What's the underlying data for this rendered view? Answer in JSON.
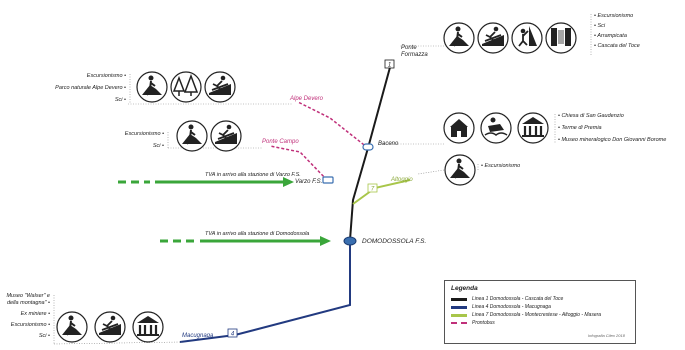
{
  "colors": {
    "line1": "#1a1a1a",
    "line4": "#223a80",
    "line7": "#a8c64a",
    "prontobus": "#c0307a",
    "tva": "#3aa63a"
  },
  "stops": {
    "ponte_formazza": "Ponte\nFormazza",
    "alpe_devero": "Alpe Devero",
    "baceno": "Baceno",
    "ponte_campo": "Ponte Campo",
    "varzo": "Varzo F.S.",
    "altoggio": "Altoggio",
    "domodossola": "DOMODOSSOLA F.S.",
    "macugnaga": "Macugnaga"
  },
  "line_badges": {
    "line1": "1",
    "line7": "7",
    "line4": "4"
  },
  "tva": {
    "varzo_label": "TVA in arrivo alla stazione di Varzo F.S.",
    "domo_label": "TVA in arrivo alla stazione di Domodossola"
  },
  "attractions": {
    "formazza": [
      "Escursionismo",
      "Sci",
      "Arrampicata",
      "Cascata del Toce"
    ],
    "devero": [
      "Escursionismo",
      "Parco naturale Alpe Devero",
      "Sci"
    ],
    "campo": [
      "Escursionismo",
      "Sci"
    ],
    "baceno": [
      "Chiesa di San Gaudenzio",
      "Terme di Premia",
      "Museo mineralogico Don Giovanni Borome"
    ],
    "altoggio": [
      "Escursionismo"
    ],
    "macugnaga": [
      "Museo \"Walser\" e\ndella montagna\"",
      "Ex miniere",
      "Escursionismo",
      "Sci"
    ]
  },
  "icons": {
    "formazza": [
      "hiker-icon",
      "skier-icon",
      "climber-icon",
      "waterfall-icon"
    ],
    "devero": [
      "hiker-icon",
      "forest-icon",
      "skier-icon"
    ],
    "campo": [
      "hiker-icon",
      "skier-icon"
    ],
    "baceno": [
      "church-icon",
      "spa-icon",
      "museum-icon"
    ],
    "altoggio": [
      "hiker-icon"
    ],
    "macugnaga": [
      "hiker-icon",
      "skier-icon",
      "museum-icon"
    ]
  },
  "legend": {
    "title": "Legenda",
    "items": [
      {
        "label": "Linea 1 Domodossola - Cascata del Toce",
        "color": "#1a1a1a",
        "style": "solid"
      },
      {
        "label": "Linea 4 Domodossola - Macugnaga",
        "color": "#223a80",
        "style": "solid"
      },
      {
        "label": "Linea 7 Domodossola - Montecrestese - Altoggio - Masera",
        "color": "#a8c64a",
        "style": "solid"
      },
      {
        "label": "Prontobus",
        "color": "#c0307a",
        "style": "dashed"
      }
    ]
  },
  "credit": "Infografia Cileo 2018"
}
